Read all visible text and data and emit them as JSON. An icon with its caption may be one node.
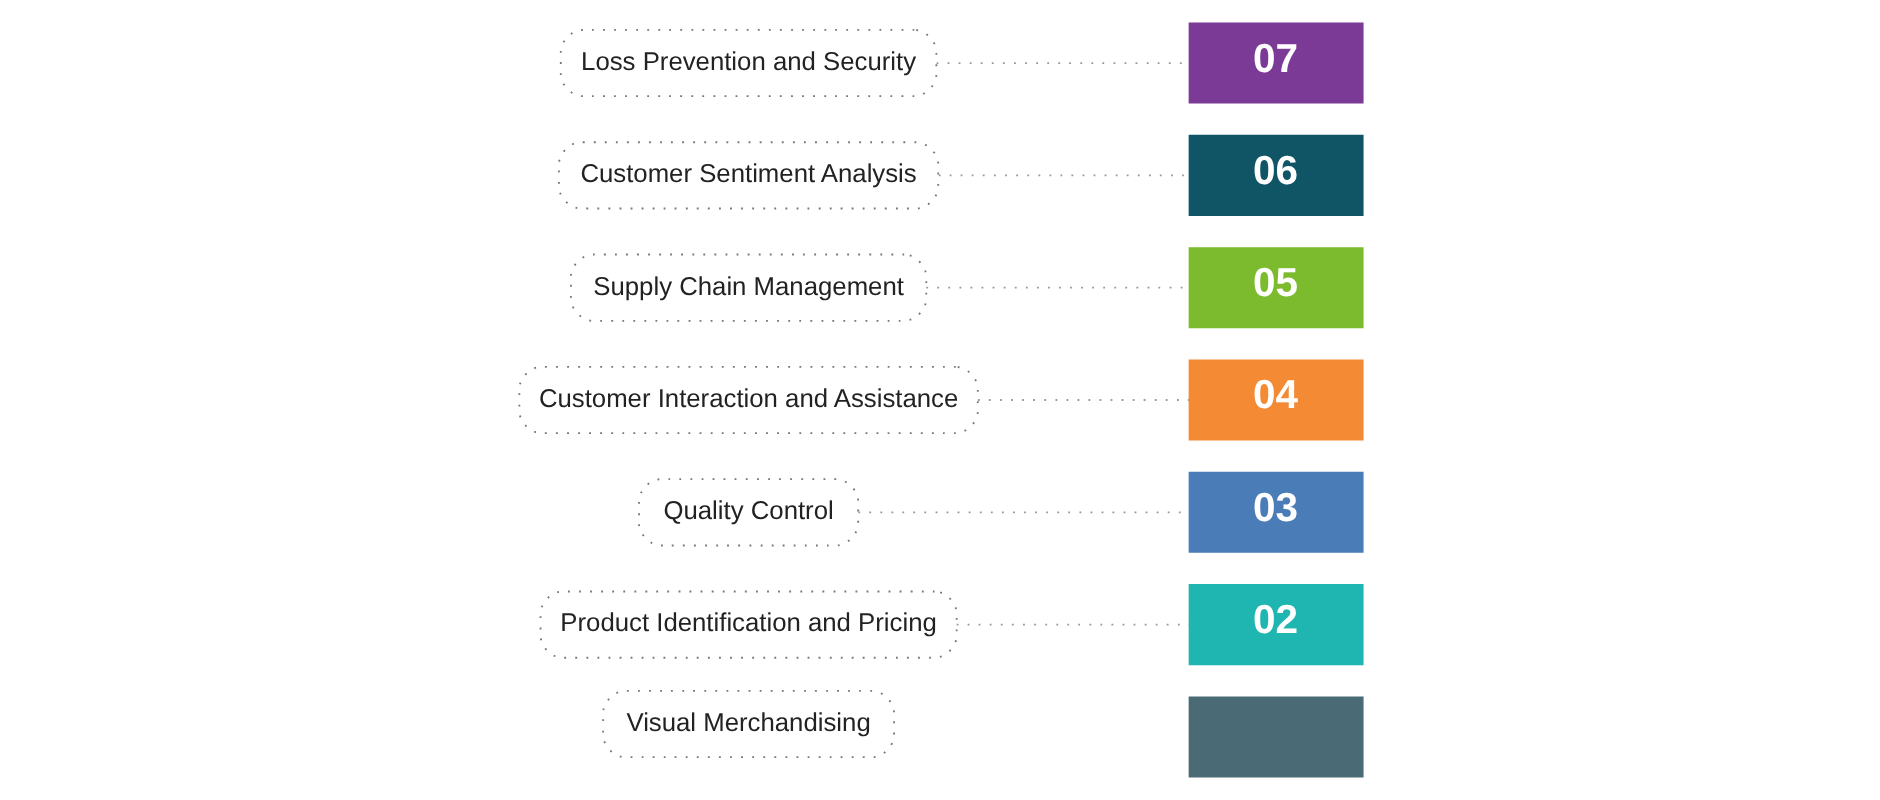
{
  "diagram": {
    "nodes": [
      {
        "text": [
          "Loss Prevention and Security"
        ]
      },
      {
        "text": [
          "07"
        ]
      },
      {
        "text": [
          "Customer Sentiment Analysis"
        ]
      },
      {
        "text": [
          "06"
        ]
      },
      {
        "text": [
          "Supply Chain Management"
        ]
      },
      {
        "text": [
          "05"
        ]
      },
      {
        "text": [
          "Customer Interaction and Assistance"
        ]
      },
      {
        "text": [
          "04"
        ]
      },
      {
        "text": [
          "Quality Control"
        ]
      },
      {
        "text": [
          "03"
        ]
      },
      {
        "text": [
          "Product Identification and Pricing"
        ]
      },
      {
        "text": [
          "02"
        ]
      },
      {
        "text": [
          "Visual Merchandising"
        ]
      },
      {
        "text": [],
        "shape": "box"
      }
    ],
    "edges": [
      {
        "from": 0,
        "to": 1,
        "arrow": "none"
      },
      {
        "from": 2,
        "to": 3,
        "arrow": "none"
      },
      {
        "from": 4,
        "to": 5,
        "arrow": "none"
      },
      {
        "from": 6,
        "to": 7,
        "arrow": "none"
      },
      {
        "from": 8,
        "to": 9,
        "arrow": "none"
      },
      {
        "from": 10,
        "to": 11,
        "arrow": "none"
      }
    ]
  }
}
